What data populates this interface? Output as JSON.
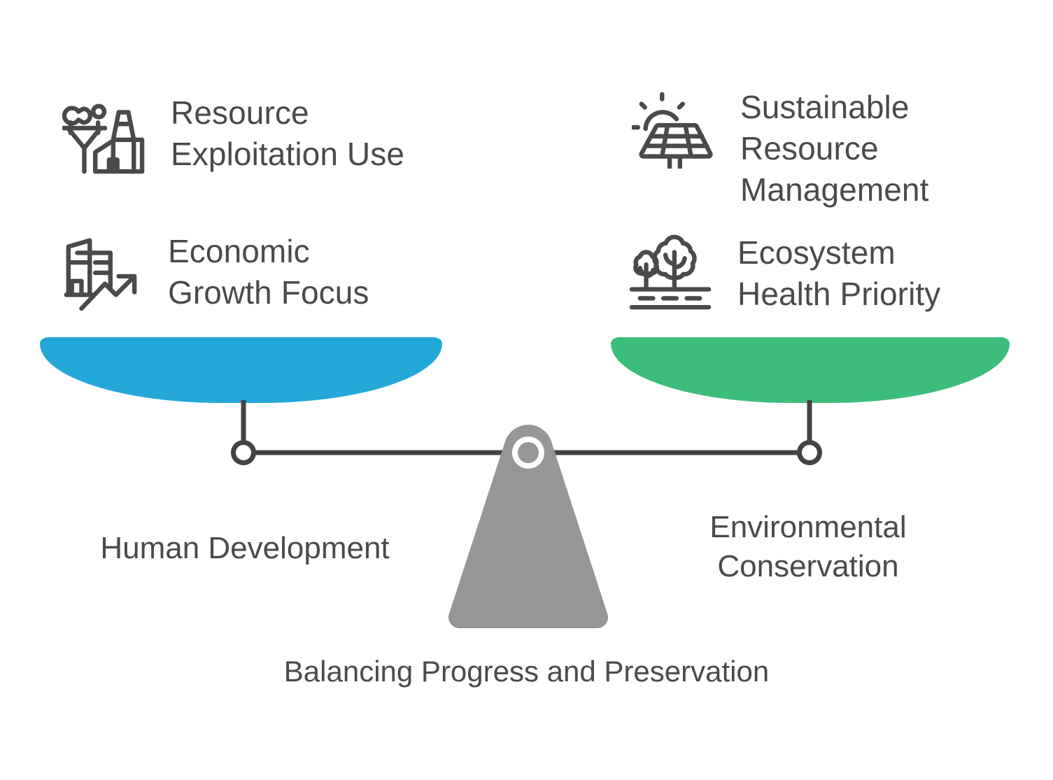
{
  "title": "Balancing Progress and Preservation",
  "colors": {
    "left_pan": "#24a8d8",
    "right_pan": "#3dbd7c",
    "fulcrum": "#969696",
    "text": "#4a4a4a",
    "line": "#434343",
    "background": "#ffffff"
  },
  "left_side": {
    "pan_color": "#24a8d8",
    "label": "Human Development",
    "features": [
      {
        "icon": "factory-powerline-icon",
        "label": "Resource\nExploitation Use"
      },
      {
        "icon": "buildings-growth-arrow-icon",
        "label": "Economic\nGrowth Focus"
      }
    ]
  },
  "right_side": {
    "pan_color": "#3dbd7c",
    "label": "Environmental\nConservation",
    "features": [
      {
        "icon": "solar-panel-sun-icon",
        "label": "Sustainable\nResource\nManagement"
      },
      {
        "icon": "trees-ground-icon",
        "label": "Ecosystem\nHealth Priority"
      }
    ]
  },
  "scale": {
    "fulcrum_color": "#969696",
    "pivot_icon": "pivot-ring-icon",
    "left_hinge_icon": "hinge-ring-icon",
    "right_hinge_icon": "hinge-ring-icon"
  }
}
